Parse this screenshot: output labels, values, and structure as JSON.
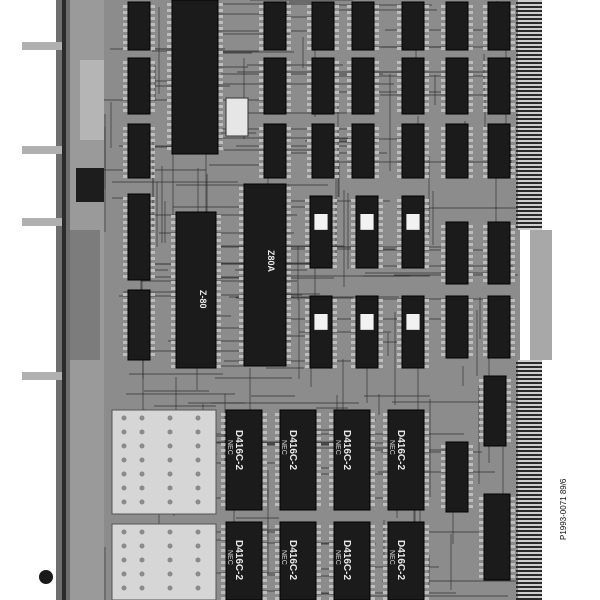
{
  "photo": {
    "subject": "",
    "colors": {
      "paper": "#ffffff",
      "board": "#8c8c8c",
      "trace": "#2a2a2a",
      "chip": "#1b1b1b",
      "pin": "#bdbdbd",
      "label_strip": "#f2f2f2"
    }
  },
  "memory_chips": {
    "brand": "NEC",
    "part": "D416C-2"
  },
  "cpu_chips": {
    "left": "Z-80",
    "right": "Z80A"
  },
  "board_edge_text": "P1993-0071  89/6"
}
